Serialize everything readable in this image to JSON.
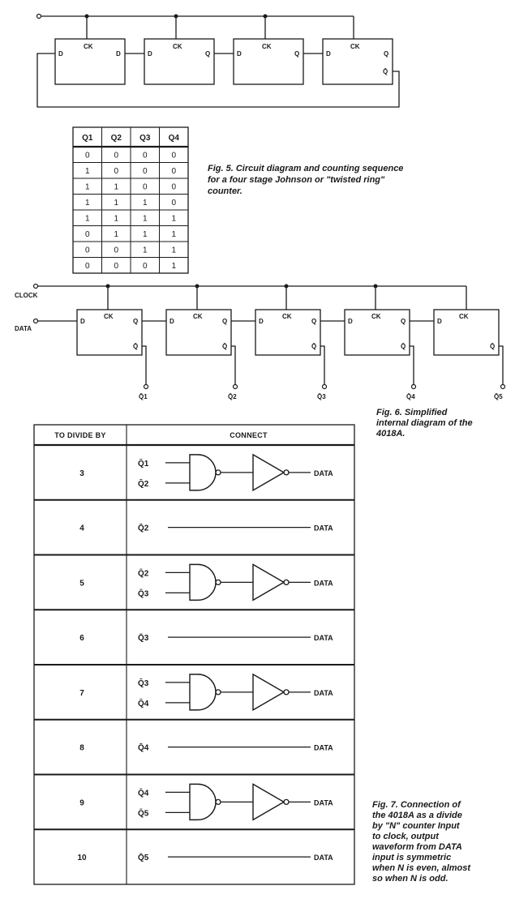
{
  "fig5": {
    "flipflops": [
      {
        "ck": "CK",
        "d": "D",
        "q": "D"
      },
      {
        "ck": "CK",
        "d": "D",
        "q": "Q"
      },
      {
        "ck": "CK",
        "d": "D",
        "q": "Q"
      },
      {
        "ck": "CK",
        "d": "D",
        "q": "Q",
        "qbar": "Q̄"
      }
    ],
    "caption": [
      "Fig. 5. Circuit diagram and counting sequence",
      "for a four stage Johnson or \"twisted ring\"",
      "counter."
    ],
    "table": {
      "headers": [
        "Q1",
        "Q2",
        "Q3",
        "Q4"
      ],
      "rows": [
        [
          "0",
          "0",
          "0",
          "0"
        ],
        [
          "1",
          "0",
          "0",
          "0"
        ],
        [
          "1",
          "1",
          "0",
          "0"
        ],
        [
          "1",
          "1",
          "1",
          "0"
        ],
        [
          "1",
          "1",
          "1",
          "1"
        ],
        [
          "0",
          "1",
          "1",
          "1"
        ],
        [
          "0",
          "0",
          "1",
          "1"
        ],
        [
          "0",
          "0",
          "0",
          "1"
        ]
      ]
    }
  },
  "fig6": {
    "clock_label": "CLOCK",
    "data_label": "DATA",
    "flipflops": [
      {
        "ck": "CK",
        "d": "D",
        "q": "Q",
        "qbar": "Q̄",
        "out": "Q̄1"
      },
      {
        "ck": "CK",
        "d": "D",
        "q": "Q",
        "qbar": "Q̄",
        "out": "Q̄2"
      },
      {
        "ck": "CK",
        "d": "D",
        "q": "Q",
        "qbar": "Q̄",
        "out": "Q̄3"
      },
      {
        "ck": "CK",
        "d": "D",
        "q": "Q",
        "qbar": "Q̄",
        "out": "Q̄4"
      },
      {
        "ck": "CK",
        "d": "D",
        "q": "",
        "qbar": "Q̄",
        "out": "Q̄5"
      }
    ],
    "caption": [
      "Fig. 6. Simplified",
      "internal diagram of the",
      "4018A."
    ]
  },
  "fig7": {
    "headers": {
      "divide": "TO DIVIDE BY",
      "connect": "CONNECT"
    },
    "output_label": "DATA",
    "rows": [
      {
        "n": "3",
        "inputs": [
          "Q̄1",
          "Q̄2"
        ]
      },
      {
        "n": "4",
        "inputs": [
          "Q̄2"
        ]
      },
      {
        "n": "5",
        "inputs": [
          "Q̄2",
          "Q̄3"
        ]
      },
      {
        "n": "6",
        "inputs": [
          "Q̄3"
        ]
      },
      {
        "n": "7",
        "inputs": [
          "Q̄3",
          "Q̄4"
        ]
      },
      {
        "n": "8",
        "inputs": [
          "Q̄4"
        ]
      },
      {
        "n": "9",
        "inputs": [
          "Q̄4",
          "Q̄5"
        ]
      },
      {
        "n": "10",
        "inputs": [
          "Q̄5"
        ]
      }
    ],
    "caption": [
      "Fig. 7. Connection of",
      "the 4018A as a divide",
      "by \"N\" counter Input",
      "to clock, output",
      "waveform from DATA",
      "input is symmetric",
      "when N is even, almost",
      "so when N is odd."
    ]
  }
}
